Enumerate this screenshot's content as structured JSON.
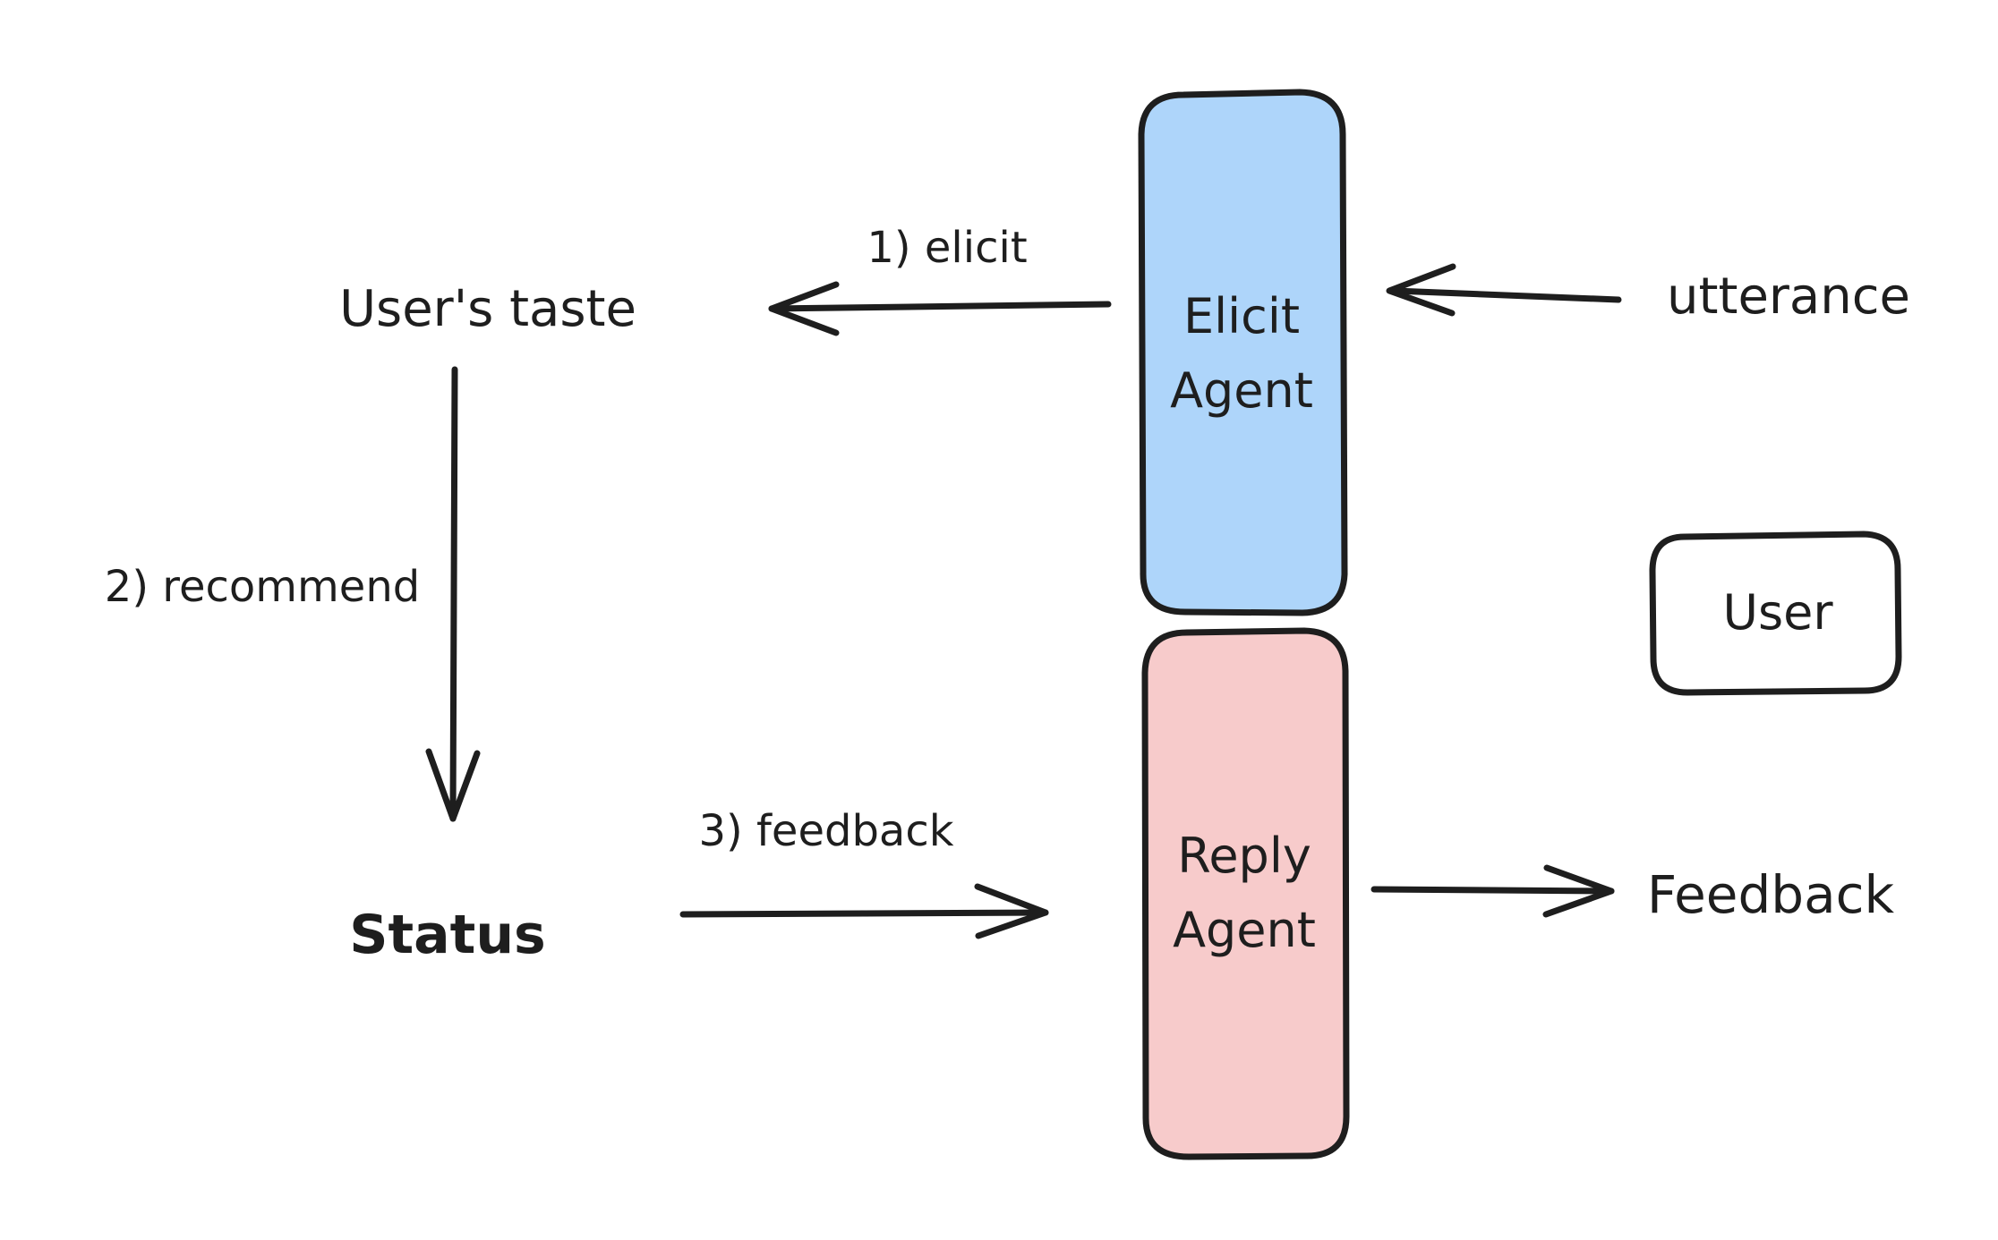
{
  "diagram": {
    "colors": {
      "stroke": "#1e1e1e",
      "elicit_fill": "#aed5fa",
      "reply_fill": "#f7cbcb",
      "user_fill": "#ffffff",
      "background": "#ffffff"
    },
    "nodes": {
      "users_taste": "User's taste",
      "status": "Status",
      "elicit_agent_line1": "Elicit",
      "elicit_agent_line2": "Agent",
      "reply_agent_line1": "Reply",
      "reply_agent_line2": "Agent",
      "user": "User",
      "utterance": "utterance",
      "feedback": "Feedback"
    },
    "edges": {
      "elicit": "1) elicit",
      "recommend": "2) recommend",
      "feedback": "3) feedback"
    }
  }
}
